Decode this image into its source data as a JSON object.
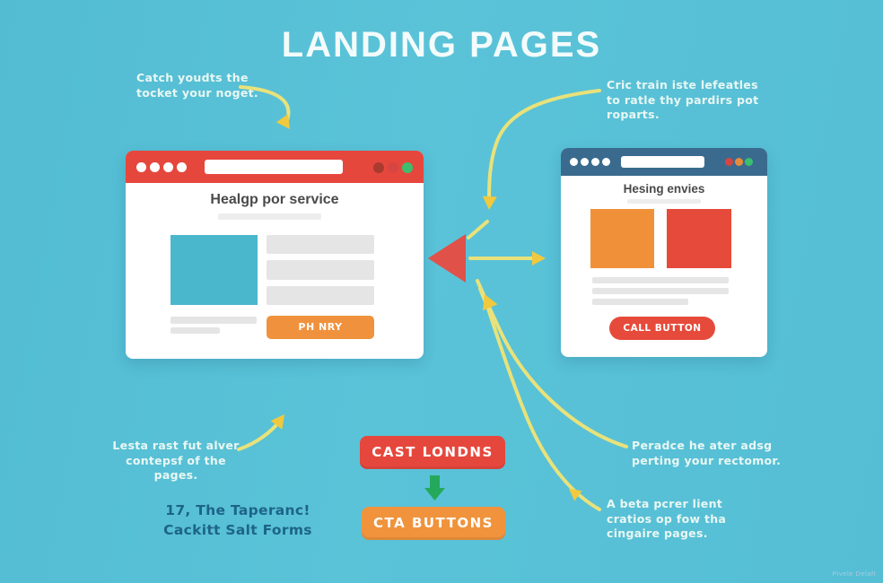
{
  "title": "LANDING PAGES",
  "annotations": {
    "top_left": "Catch youdts the\ntocket your noget.",
    "top_right": "Cric train iste lefeatles\nto ratle thy pardirs pot\nroparts.",
    "bottom_left": "Lesta rast fut alver\ncontepsf of the pages.",
    "mid_right": "Peradce he ater adsg\nperting your rectomor.",
    "bottom_right": "A beta pcrer lient\ncratios op fow tha\ncingaire pages.",
    "caption": "17, The Taperanc!\nCackitt Salt Forms"
  },
  "left_window": {
    "heading": "Healgp por service",
    "cta_label": "PH NRY"
  },
  "right_window": {
    "heading": "Hesing envies",
    "cta_label": "CALL BUTTON"
  },
  "flow": {
    "top_button": "CAST LONDNS",
    "bottom_button": "CTA BUTTONS"
  },
  "watermark": "Pivele Delaft",
  "colors": {
    "background": "#56bfd6",
    "red": "#e6473d",
    "orange": "#f0923d",
    "blue_header": "#3a6b8e",
    "teal_square": "#4bb7cd",
    "arrow_line_yellow": "#e9e27a",
    "arrowhead_gold": "#f0c93e",
    "green_arrow": "#24a95c",
    "caption_dark": "#1d6488"
  }
}
